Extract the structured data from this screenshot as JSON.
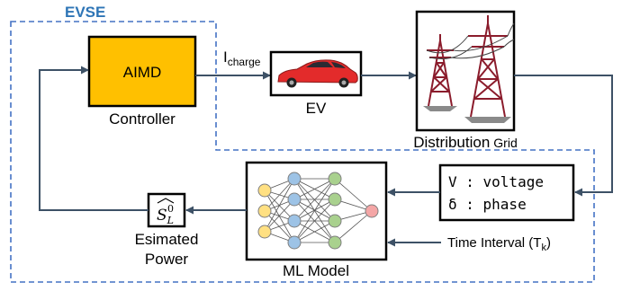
{
  "diagram": {
    "evse_label": "EVSE",
    "controller": {
      "box_label": "AIMD",
      "caption": "Controller"
    },
    "charge_current": {
      "main": "I",
      "subscript": "charge"
    },
    "ev": {
      "caption": "EV"
    },
    "grid": {
      "caption_main": "Distribution",
      "caption_tail": "Grid"
    },
    "measurements": {
      "line1": "V : voltage",
      "line2": "δ : phase"
    },
    "ml_model": {
      "caption": "ML Model"
    },
    "time_interval": {
      "text": "Time Interval (T",
      "subscript": "k",
      "close": ")"
    },
    "estimate": {
      "symbol_base": "S",
      "symbol_sub": "L",
      "symbol_sup": "0",
      "caption_line1": "Esimated",
      "caption_line2": "Power"
    },
    "colors": {
      "evse_border": "#4472c4",
      "evse_label": "#2e75b6",
      "arrow": "#3d5166",
      "aimd_fill": "#ffc000",
      "ev_body": "#e32b2b",
      "tower": "#8b1c2c",
      "node_yellow": "#ffe082",
      "node_blue": "#9dc3e6",
      "node_green": "#a9d18e",
      "node_red": "#f4a6a6"
    }
  }
}
